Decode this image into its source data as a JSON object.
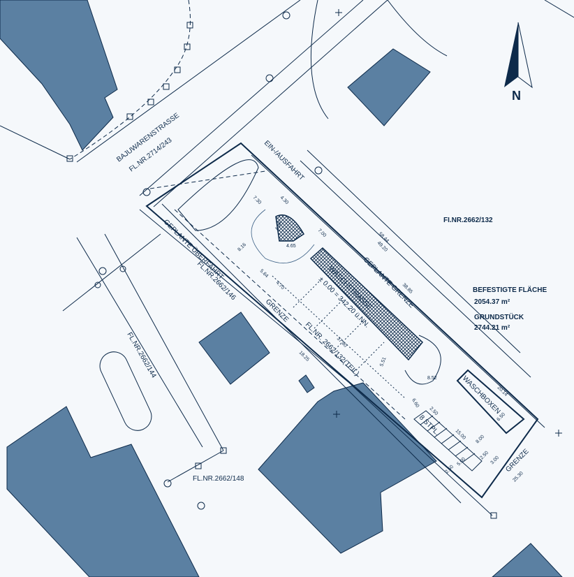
{
  "street": {
    "name": "BAJUWARENSTRASSE",
    "parcel": "FL.NR.2714/243"
  },
  "entrance": "EIN-/AUSFAHRT",
  "parcels": {
    "main": "FI.NR.2662/132",
    "site_part": "FL.NR. 2662/132(TEIL)",
    "p146": "FL.NR.2662/146",
    "p144": "FL.NR.2662/144",
    "p148": "FL.NR.2662/148"
  },
  "labels": {
    "planned_boundary": "GEPLANTE GRENZE",
    "planned_crossing": "GEPLANTE ÜBERFAHRT",
    "boundary_1": "GRENZE",
    "boundary_2": "GRENZE",
    "car_wash": "WASCHSTRASSE",
    "elevation": "± 0.00 = 342.20 ü.NN.",
    "wash_bays": "WASCHBOXEN",
    "parking": "8 STPL."
  },
  "areas": {
    "paved_label": "BEFESTIGTE FLÄCHE",
    "paved_value": "2054.37 m²",
    "plot_label": "GRUNDSTÜCK",
    "plot_value": "2744.21 m²"
  },
  "north": "N",
  "dimensions": {
    "d1": "58.44",
    "d2": "49.20",
    "d3": "25.30",
    "d4": "20.14",
    "d5": "15.00",
    "d6": "8.52",
    "d7": "6.60",
    "d8": "37.80",
    "d9": "5.64",
    "d10": "4.70",
    "d11": "8.16",
    "d12": "2.50",
    "d13": "5.00",
    "d14": "2.50",
    "d15": "3.00",
    "d16": "8.00",
    "d17": "6.50",
    "d18": "7.30",
    "d19": "4.30",
    "d20": "2.60",
    "d21": "4.82",
    "d22": "4.65",
    "d23": "38.85",
    "d24": "5.51",
    "d25": "18.25",
    "d26": "7.00"
  },
  "colors": {
    "building": "#5b80a2",
    "line": "#0d2a4a",
    "background": "#f5f8fb"
  }
}
